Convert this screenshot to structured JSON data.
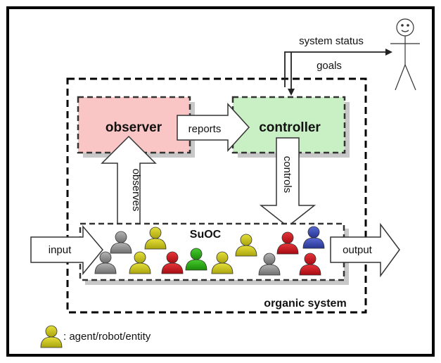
{
  "labels": {
    "observer": "observer",
    "controller": "controller",
    "reports": "reports",
    "observes": "observes",
    "controls": "controls",
    "suoc": "SuOC",
    "input": "input",
    "output": "output",
    "system_status": "system status",
    "goals": "goals",
    "organic_system": "organic system",
    "legend": ": agent/robot/entity"
  },
  "colors": {
    "observer_fill": "#f9c5c5",
    "controller_fill": "#c9efc4",
    "agent_gray": "#8a8a8a",
    "agent_yellow": "#c9c418",
    "agent_red": "#c8141c",
    "agent_green": "#27a812",
    "agent_blue": "#3447b5"
  },
  "agents": [
    {
      "name": "agent-gray-1",
      "color": "gray"
    },
    {
      "name": "agent-yellow-1",
      "color": "yellow"
    },
    {
      "name": "agent-gray-2",
      "color": "gray"
    },
    {
      "name": "agent-yellow-2",
      "color": "yellow"
    },
    {
      "name": "agent-red-1",
      "color": "red"
    },
    {
      "name": "agent-green-1",
      "color": "green"
    },
    {
      "name": "agent-yellow-3",
      "color": "yellow"
    },
    {
      "name": "agent-yellow-4",
      "color": "yellow"
    },
    {
      "name": "agent-gray-3",
      "color": "gray"
    },
    {
      "name": "agent-red-2",
      "color": "red"
    },
    {
      "name": "agent-blue-1",
      "color": "blue"
    },
    {
      "name": "agent-red-3",
      "color": "red"
    }
  ],
  "legend_icon_color": "yellow"
}
